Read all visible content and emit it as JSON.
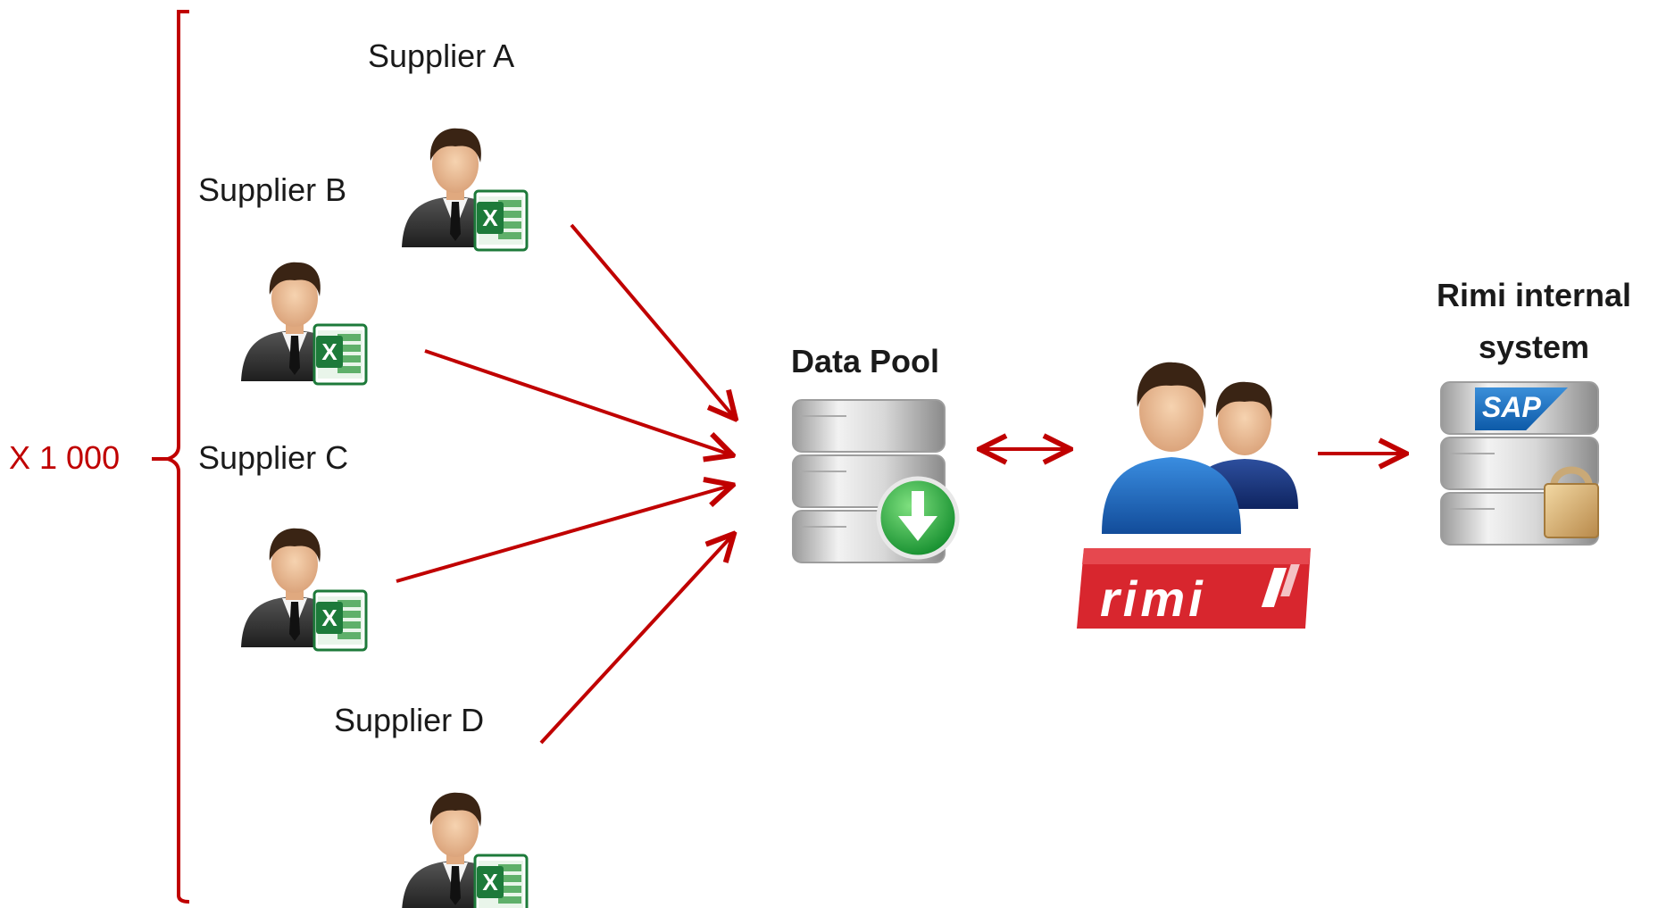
{
  "multiplier": {
    "label": "X 1 000"
  },
  "suppliers": [
    {
      "label": "Supplier A"
    },
    {
      "label": "Supplier B"
    },
    {
      "label": "Supplier C"
    },
    {
      "label": "Supplier D"
    }
  ],
  "data_pool": {
    "label": "Data Pool"
  },
  "rimi": {
    "logo_text": "Rimi"
  },
  "internal": {
    "line1": "Rimi internal",
    "line2": "system",
    "sap_logo": "SAP"
  },
  "icons": {
    "supplier": "businessman-with-excel-icon",
    "database": "database-download-icon",
    "team": "rimi-users-icon",
    "server": "sap-server-lock-icon"
  },
  "colors": {
    "accent": "#c00000",
    "excel": "#1d7a3a",
    "team_blue": "#1f64b4"
  }
}
